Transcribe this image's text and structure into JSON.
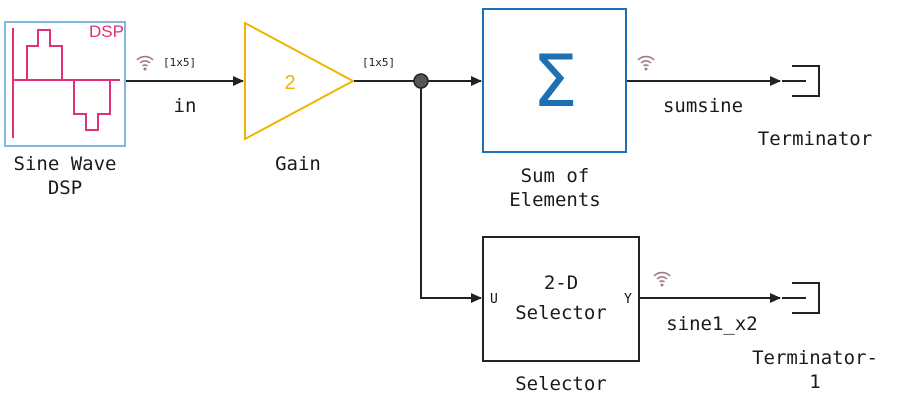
{
  "blocks": {
    "sine_wave": {
      "name_line1": "Sine Wave",
      "name_line2": "DSP",
      "icon_text": "DSP",
      "icon_color": "#e0307a",
      "border_color": "#7fb8e0"
    },
    "gain": {
      "name": "Gain",
      "value": "2",
      "color": "#f0b400"
    },
    "sum_of_elements": {
      "name_line1": "Sum of",
      "name_line2": "Elements",
      "symbol": "Σ",
      "color": "#1f6fb5"
    },
    "selector": {
      "name": "Selector",
      "title_line1": "2-D",
      "title_line2": "Selector",
      "port_in": "U",
      "port_out": "Y"
    },
    "terminator": {
      "name": "Terminator"
    },
    "terminator_1": {
      "name_line1": "Terminator-",
      "name_line2": "1"
    }
  },
  "signals": {
    "in": {
      "label": "in",
      "dims": "[1x5]"
    },
    "gain_out": {
      "dims": "[1x5]"
    },
    "sumsine": {
      "label": "sumsine"
    },
    "sine1_x2": {
      "label": "sine1_x2"
    }
  },
  "icons": {
    "logged_signal": "wifi-icon",
    "logged_color": "#a0788c"
  }
}
